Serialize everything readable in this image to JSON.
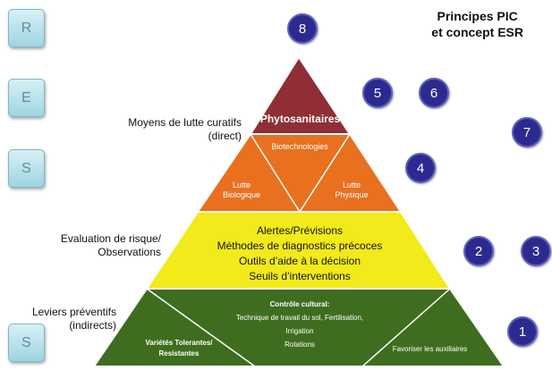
{
  "title": {
    "line1": "Principes PIC",
    "line2": "et concept ESR"
  },
  "side_buttons": [
    "R",
    "E",
    "S",
    "S"
  ],
  "badges": [
    "8",
    "5",
    "6",
    "7",
    "4",
    "2",
    "3",
    "1"
  ],
  "labels": {
    "curatifs_1": "Moyens de lutte curatifs",
    "curatifs_2": "(direct)",
    "evaluation_1": "Evaluation de risque/",
    "evaluation_2": "Observations",
    "preventifs_1": "Leviers préventifs",
    "preventifs_2": "(indirects)"
  },
  "pyramid": {
    "top": "Phytosanitaires",
    "biotech": "Biotechnologies",
    "lutte_bio_1": "Lutte",
    "lutte_bio_2": "Biologique",
    "lutte_phys_1": "Lutte",
    "lutte_phys_2": "Physique",
    "yellow": [
      "Alertes/Prévisions",
      "Méthodes de diagnostics précoces",
      "Outils d’aide à la décision",
      "Seuils d’interventions"
    ],
    "controle_title": "Contrôle cultural:",
    "controle_lines": [
      "Technique de travail du sol, Fertilisation,",
      "Irrigation",
      "Rotations"
    ],
    "varietes_1": "Variétés Tolerantes/",
    "varietes_2": "Resistantes",
    "auxiliaires": "Favoriser les auxiliaires"
  },
  "colors": {
    "top": "#8f2e34",
    "orange": "#e8701f",
    "yellow": "#f2ea1a",
    "green": "#3f6d1f",
    "badge": "#2b2b8f"
  }
}
